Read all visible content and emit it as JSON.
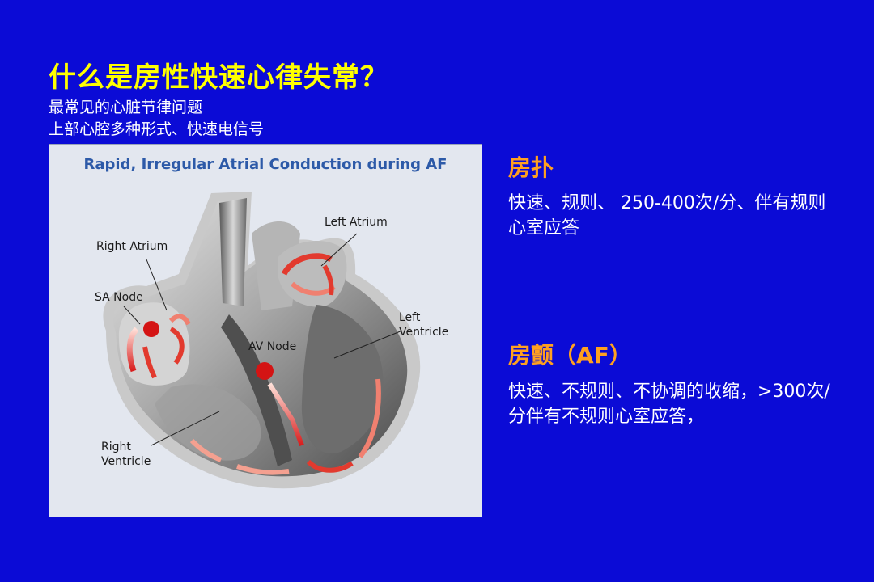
{
  "slide": {
    "title": "什么是房性快速心律失常？",
    "subtitle_1": "最常见的心脏节律问题",
    "subtitle_2": "上部心腔多种形式、快速电信号"
  },
  "figure": {
    "title": "Rapid, Irregular Atrial Conduction during AF",
    "labels": {
      "left_atrium": "Left Atrium",
      "right_atrium": "Right Atrium",
      "sa_node": "SA Node",
      "av_node": "AV Node",
      "left_ventricle_1": "Left",
      "left_ventricle_2": "Ventricle",
      "right_ventricle_1": "Right",
      "right_ventricle_2": "Ventricle"
    }
  },
  "sections": [
    {
      "heading": "房扑",
      "text": "快速、规则、 250-400次/分、伴有规则心室应答"
    },
    {
      "heading": "房颤（AF）",
      "text": "快速、不规则、不协调的收缩，>300次/分伴有不规则心室应答，"
    }
  ]
}
